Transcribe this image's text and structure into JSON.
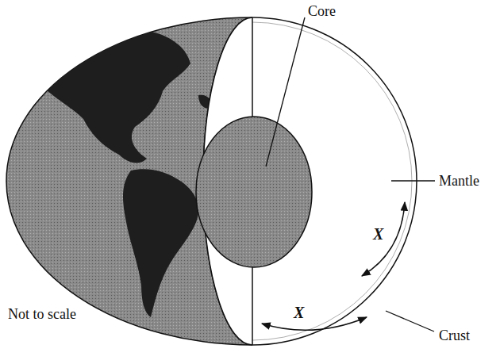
{
  "diagram": {
    "labels": [
      "Core",
      "Mantle",
      "X",
      "X",
      "Crust",
      "Not to scale"
    ]
  }
}
